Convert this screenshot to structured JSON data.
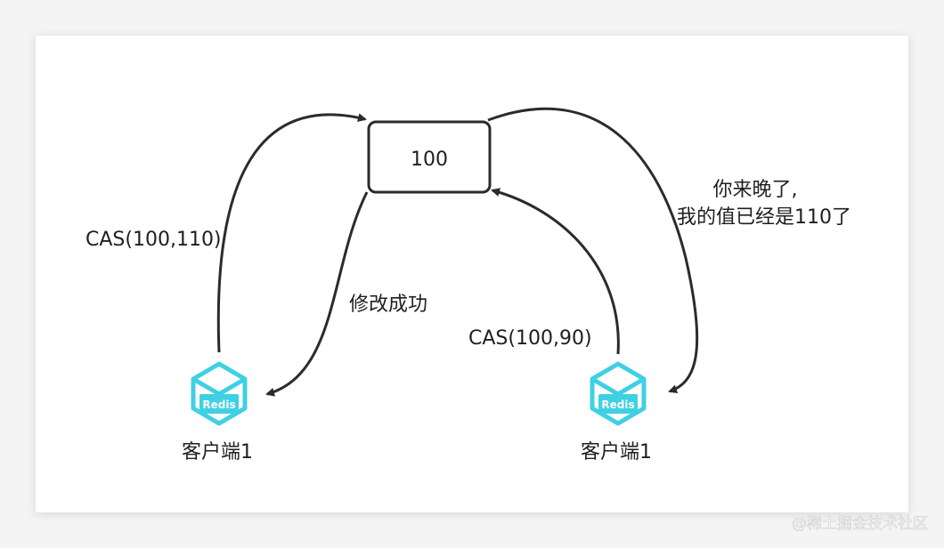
{
  "diagram": {
    "value_box_text": "100",
    "left_cas_label": "CAS(100,110)",
    "left_success_label": "修改成功",
    "right_cas_label": "CAS(100,90)",
    "right_reply_line1": "你来晚了,",
    "right_reply_line2": "我的值已经是110了",
    "client_left_label": "客户端1",
    "client_right_label": "客户端1",
    "redis_icon_text": "Redis"
  },
  "watermark": "@稀土掘金技术社区",
  "colors": {
    "stroke": "#2b2b2b",
    "redis_cyan": "#3fd0e3",
    "panel_bg": "#ffffff",
    "page_bg": "#f4f4f4"
  }
}
